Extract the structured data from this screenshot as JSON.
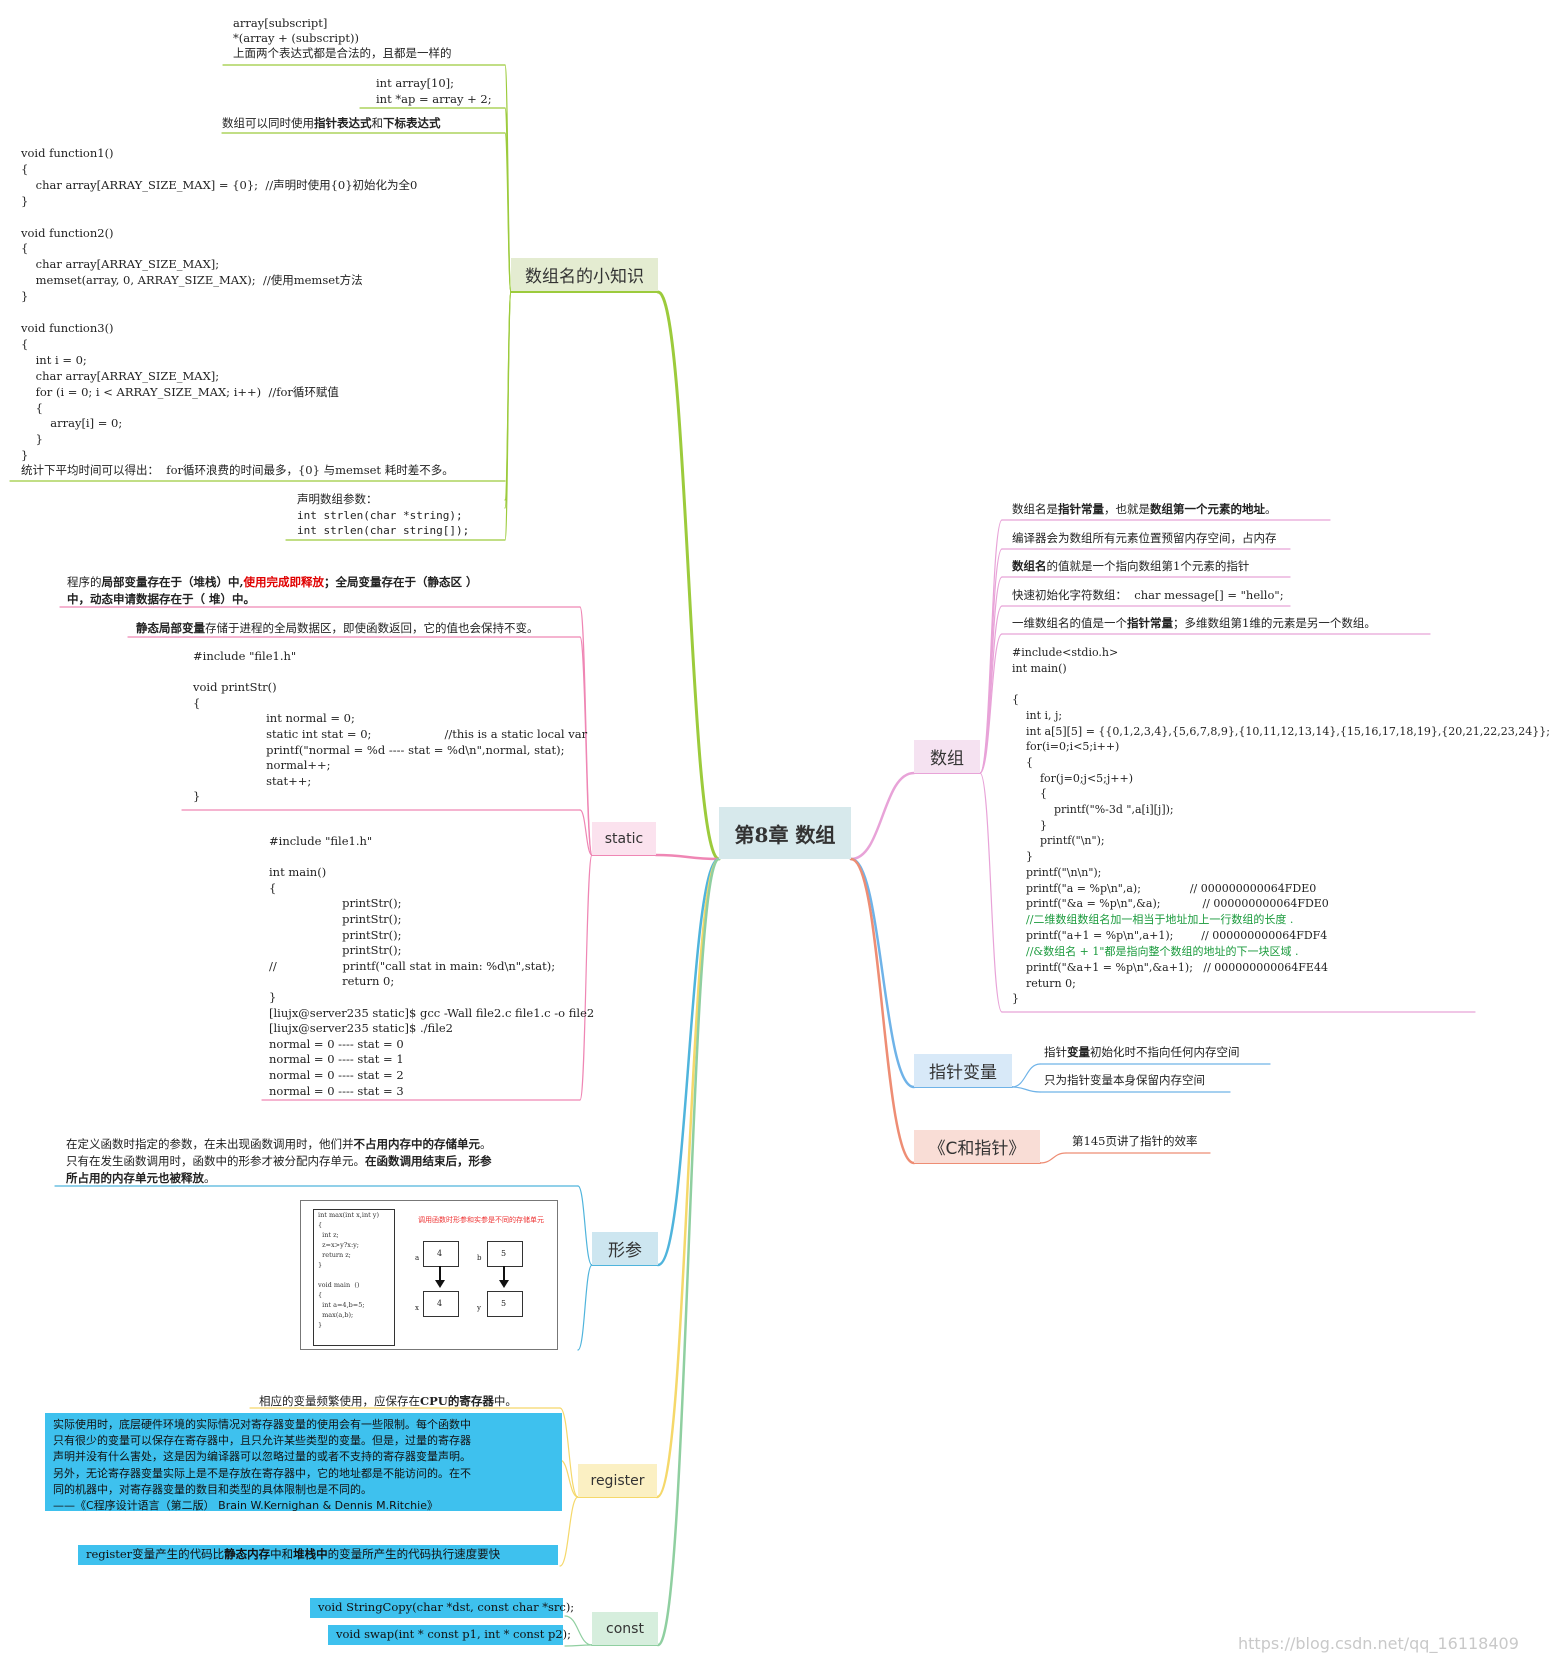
{
  "root": {
    "title": "第8章 数组"
  },
  "branches": {
    "name": {
      "label": "数组名的小知识",
      "l1": "array[subscript]",
      "l2": "*(array + (subscript))",
      "l3": "上面两个表达式都是合法的，且都是一样的",
      "l4": "int array[10];",
      "l5": "int *ap = array + 2;",
      "l6a": "数组可以同时使用",
      "l6b": "指针表达式",
      "l6c": "和",
      "l6d": "下标表达式",
      "code1": "void function1()\n{\n    char array[ARRAY_SIZE_MAX] = {0};  //声明时使用{0}初始化为全0\n}\n\nvoid function2()\n{\n    char array[ARRAY_SIZE_MAX];\n    memset(array, 0, ARRAY_SIZE_MAX);  //使用memset方法\n}\n\nvoid function3()\n{\n    int i = 0;\n    char array[ARRAY_SIZE_MAX];\n    for (i = 0; i < ARRAY_SIZE_MAX; i++)  //for循环赋值\n    {\n        array[i] = 0;\n    }\n}",
      "l7": "统计下平均时间可以得出：  for循环浪费的时间最多，{0} 与memset 耗时差不多。",
      "l8": "声明数组参数：",
      "l9": "int strlen(char *string);",
      "l10": "int strlen(char string[]);"
    },
    "static": {
      "label": "static",
      "p1a": "程序的",
      "p1b": "局部变量存在于（堆栈）中,",
      "p1c": "使用完成即释放",
      "p1d": "；全局变量存在于（静态区 ）",
      "p1e": "中，动态申请数据存在于（ 堆）中。",
      "p2a": "静态局部变量",
      "p2b": "存储于进程的全局数据区，即使函数返回，它的值也会保持不变。",
      "code1": "#include \"file1.h\"\n\nvoid printStr()\n{\n                    int normal = 0;\n                    static int stat = 0;                    //this is a static local var\n                    printf(\"normal = %d ---- stat = %d\\n\",normal, stat);\n                    normal++;\n                    stat++;\n}",
      "code2": "#include \"file1.h\"\n\nint main()\n{\n                    printStr();\n                    printStr();\n                    printStr();\n                    printStr();\n//                  printf(\"call stat in main: %d\\n\",stat);\n                    return 0;\n}\n[liujx@server235 static]$ gcc -Wall file2.c file1.c -o file2\n[liujx@server235 static]$ ./file2\nnormal = 0 ---- stat = 0\nnormal = 0 ---- stat = 1\nnormal = 0 ---- stat = 2\nnormal = 0 ---- stat = 3"
    },
    "param": {
      "label": "形参",
      "t1a": "在定义函数时指定的参数，在未出现函数调用时，他们并",
      "t1b": "不占用内存中的存储单元",
      "t1c": "。",
      "t2a": "只有在发生函数调用时，函数中的形参才被分配内存单元。",
      "t2b": "在函数调用结束后，形参",
      "t3": "所占用的内存单元也被释放",
      "t3c": "。",
      "thumb_code": "int max(int x,int y)\n{\n  int z;\n  z=x>y?x:y;\n  return z;\n}\n\nvoid main  ()\n{\n  int a=4,b=5;\n  max(a,b);\n}",
      "thumb_title": "调用函数时形参和实参是不同的存储单元",
      "thumb_a": "a",
      "thumb_b": "b",
      "thumb_x": "x",
      "thumb_y": "y",
      "thumb_v4": "4",
      "thumb_v5": "5"
    },
    "register": {
      "label": "register",
      "t1a": "相应的变量频繁使用，应保存在",
      "t1b": "CPU的寄存器",
      "t1c": "中。",
      "quote": "实际使用时，底层硬件环境的实际情况对寄存器变量的使用会有一些限制。每个函数中\n只有很少的变量可以保存在寄存器中，且只允许某些类型的变量。但是，过量的寄存器\n声明并没有什么害处，这是因为编译器可以忽略过量的或者不支持的寄存器变量声明。\n另外，无论寄存器变量实际上是不是存放在寄存器中，它的地址都是不能访问的。在不\n同的机器中，对寄存器变量的数目和类型的具体限制也是不同的。\n——《C程序设计语言（第二版） Brain W.Kernighan & Dennis M.Ritchie》",
      "t2a": "register变量产生的代码比",
      "t2b": "静态内存",
      "t2c": "中和",
      "t2d": "堆栈中",
      "t2e": "的变量所产生的代码执行速度要快"
    },
    "const": {
      "label": "const",
      "t1": "void StringCopy(char *dst, const char *src);",
      "t2": "void swap(int * const p1, int * const p2);"
    },
    "array": {
      "label": "数组",
      "t1a": "数组名是",
      "t1b": "指针常量",
      "t1c": "，也就是",
      "t1d": "数组第一个元素的地址",
      "t1e": "。",
      "t2": "编译器会为数组所有元素位置预留内存空间，占内存",
      "t3a": "数组名",
      "t3b": "的值就是一个指向数组第1个元素的指针",
      "t4": "快速初始化字符数组：  char message[] = \"hello\";",
      "t5a": "一维数组名的值是一个",
      "t5b": "指针常量",
      "t5c": "；多维数组第1维的元素是另一个数组。",
      "code_a": "#include<stdio.h>\nint main()\n\n{\n    int i, j;\n    int a[5][5] = {{0,1,2,3,4},{5,6,7,8,9},{10,11,12,13,14},{15,16,17,18,19},{20,21,22,23,24}};\n    for(i=0;i<5;i++)\n    {\n        for(j=0;j<5;j++)\n        {\n            printf(\"%-3d \",a[i][j]);\n        }\n        printf(\"\\n\");\n    }\n    printf(\"\\n\\n\");\n    printf(\"a = %p\\n\",a);              // 000000000064FDE0\n    printf(\"&a = %p\\n\",&a);            // 000000000064FDE0",
      "comment1": "    //二维数组数组名加一相当于地址加上一行数组的长度 .",
      "code_b": "    printf(\"a+1 = %p\\n\",a+1);        // 000000000064FDF4",
      "comment2": "    //&数组名 + 1\"都是指向整个数组的地址的下一块区域 .",
      "code_c": "    printf(\"&a+1 = %p\\n\",&a+1);   // 000000000064FE44\n    return 0;\n}"
    },
    "pointer": {
      "label": "指针变量",
      "t1a": "指针",
      "t1b": "变量",
      "t1c": "初始化时不指向任何内存空间",
      "t2": "只为指针变量本身保留内存空间"
    },
    "book": {
      "label": "《C和指针》",
      "t1": "第145页讲了指针的效率"
    }
  },
  "watermark": "https://blog.csdn.net/qq_16118409",
  "colors": {
    "name": "#9ccb3c",
    "static": "#ef86b4",
    "param": "#4fb4dc",
    "register": "#f5d86a",
    "const": "#8fcfa0",
    "array": "#e8a3d8",
    "pointer": "#6fb3e8",
    "book": "#ee8d74"
  }
}
